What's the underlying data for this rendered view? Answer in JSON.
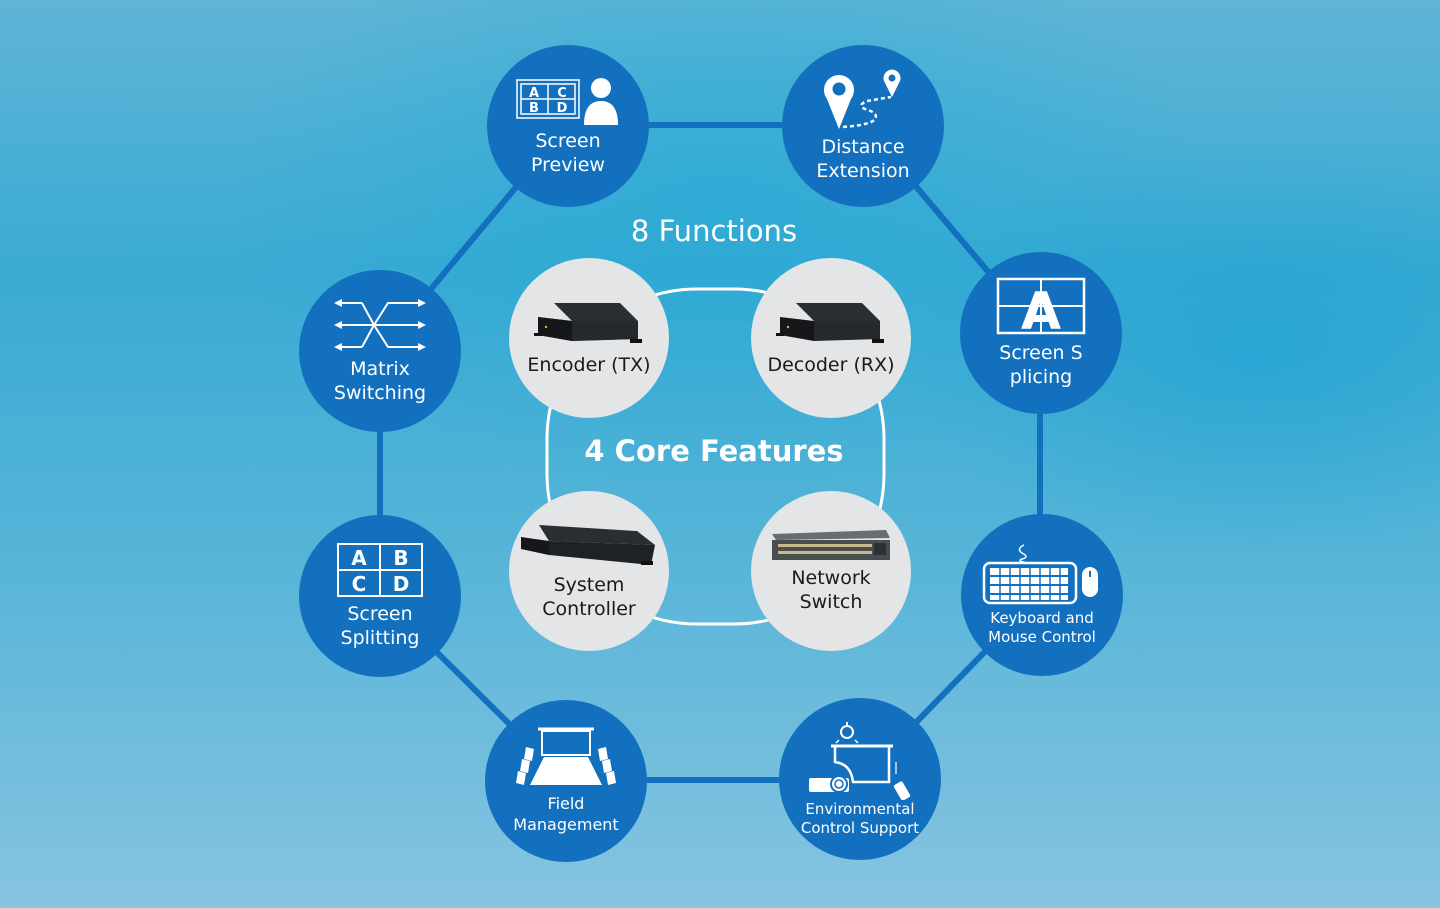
{
  "headings": {
    "functions": "8 Functions",
    "core": "4 Core Features"
  },
  "colors": {
    "function_circle": "#1270bf",
    "core_circle": "#e3e5e7",
    "connector": "#1270bf",
    "inner_ring": "#ffffff"
  },
  "functions": [
    {
      "icon": "screen-preview-icon",
      "lines": [
        "Screen",
        "Preview"
      ]
    },
    {
      "icon": "distance-extension-icon",
      "lines": [
        "Distance",
        "Extension"
      ]
    },
    {
      "icon": "screen-splicing-icon",
      "lines": [
        "Screen S",
        "plicing"
      ]
    },
    {
      "icon": "keyboard-mouse-icon",
      "lines": [
        "Keyboard and",
        "Mouse Control"
      ]
    },
    {
      "icon": "environmental-control-icon",
      "lines": [
        "Environmental",
        "Control Support"
      ]
    },
    {
      "icon": "field-management-icon",
      "lines": [
        "Field",
        "Management"
      ]
    },
    {
      "icon": "screen-splitting-icon",
      "lines": [
        "Screen",
        "Splitting"
      ]
    },
    {
      "icon": "matrix-switching-icon",
      "lines": [
        "Matrix",
        "Switching"
      ]
    }
  ],
  "core_features": [
    {
      "icon": "encoder-device-icon",
      "lines": [
        "Encoder (TX)"
      ]
    },
    {
      "icon": "decoder-device-icon",
      "lines": [
        "Decoder (RX)"
      ]
    },
    {
      "icon": "system-controller-device-icon",
      "lines": [
        "System",
        "Controller"
      ]
    },
    {
      "icon": "network-switch-device-icon",
      "lines": [
        "Network",
        "Switch"
      ]
    }
  ],
  "grid_letters": {
    "preview": [
      "A",
      "C",
      "B",
      "D"
    ],
    "splitting": [
      "A",
      "B",
      "C",
      "D"
    ],
    "splicing": "A"
  }
}
